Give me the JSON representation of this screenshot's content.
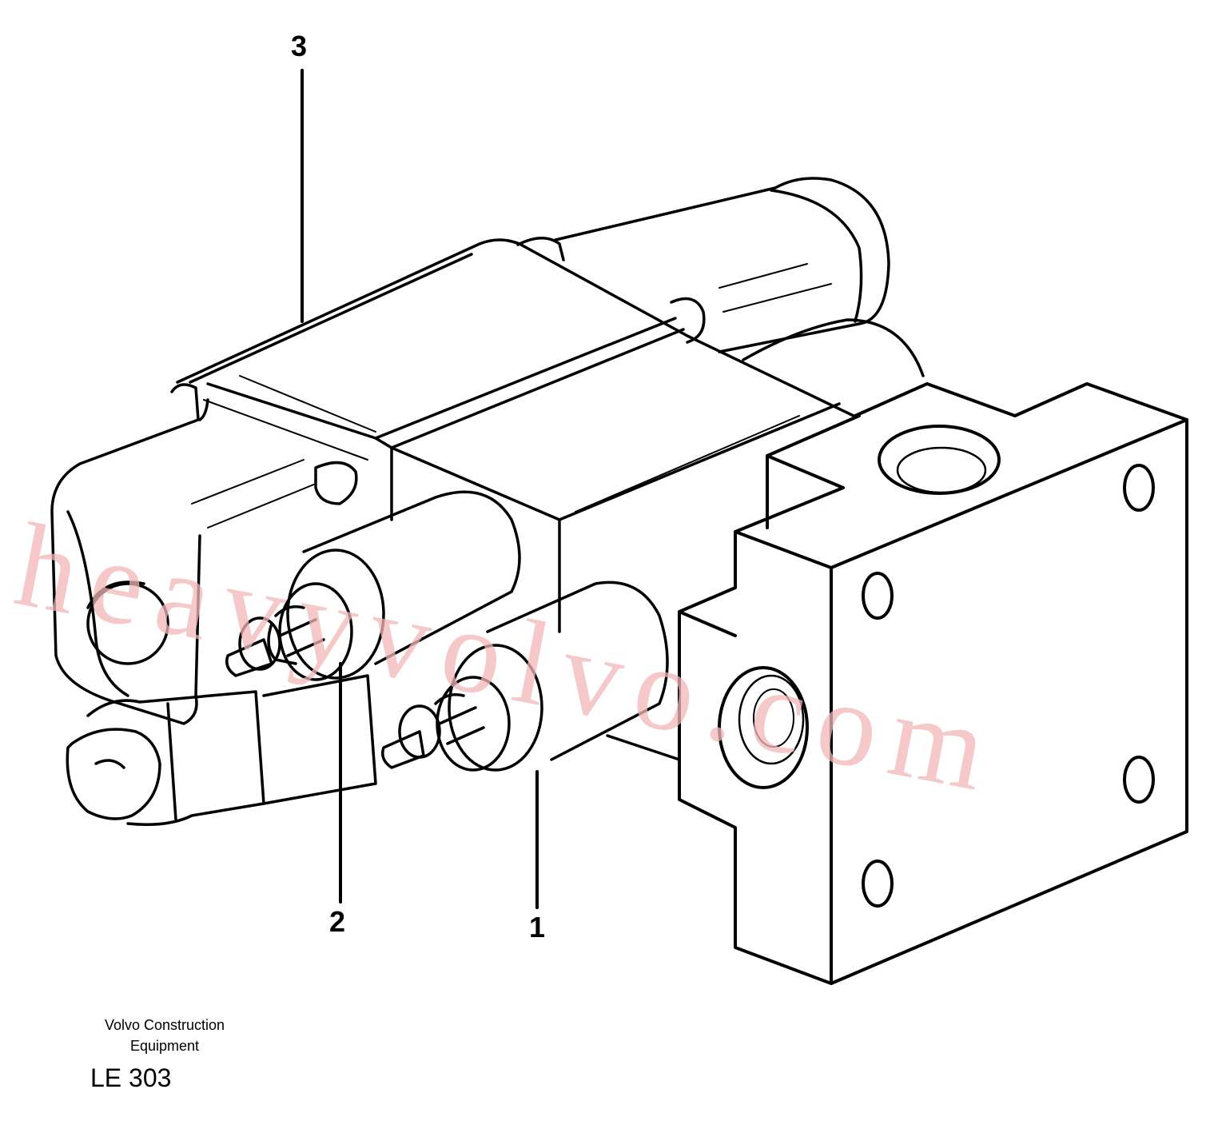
{
  "callouts": {
    "c1": "1",
    "c2": "2",
    "c3": "3"
  },
  "footer": {
    "line1": "Volvo Construction",
    "line2": "Equipment",
    "code": "LE 303"
  },
  "watermark": "heavyvolvo.com",
  "colors": {
    "line": "#000000",
    "watermark": "#f2b8b8"
  }
}
